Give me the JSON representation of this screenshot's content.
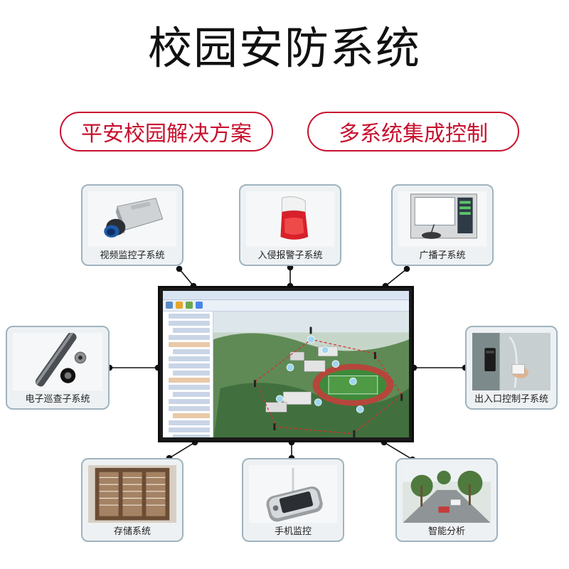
{
  "title": "校园安防系统",
  "pills": {
    "left": "平安校园解决方案",
    "right": "多系统集成控制"
  },
  "subsystems": {
    "video": "视频监控子系统",
    "alarm": "入侵报警子系统",
    "broadcast": "广播子系统",
    "patrol": "电子巡查子系统",
    "access": "出入口控制子系统",
    "storage": "存储系统",
    "mobile": "手机监控",
    "smart": "智能分析"
  },
  "colors": {
    "accent": "#c8102e",
    "card_border": "#9fb3bf",
    "card_bg": "#eef1f3"
  }
}
